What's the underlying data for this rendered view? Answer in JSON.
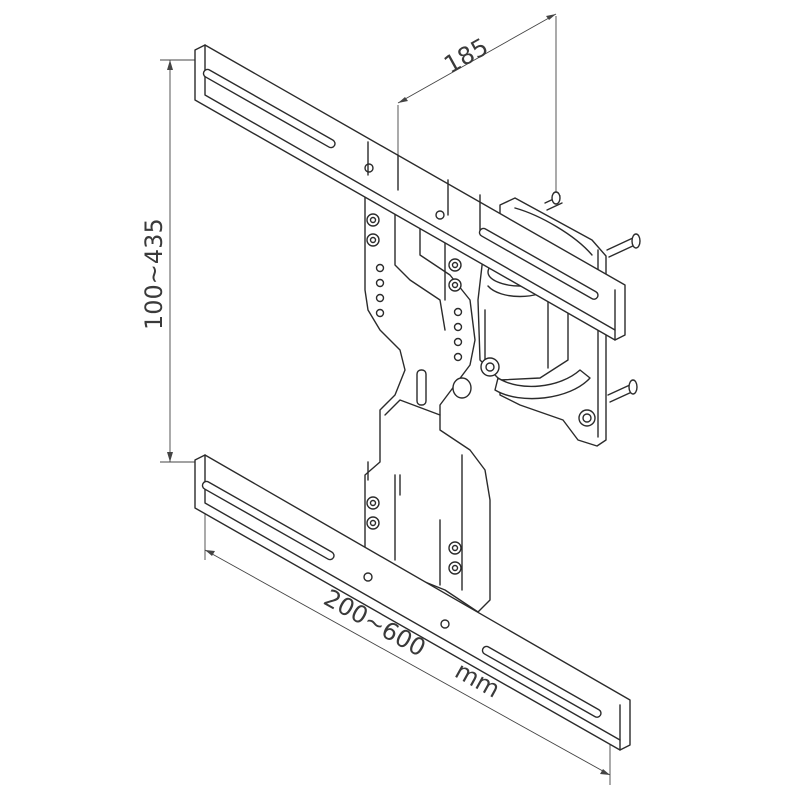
{
  "dimensions": {
    "depth": "185",
    "vertical_range": "100~435",
    "horizontal_range": "200~600",
    "horizontal_unit": "mm"
  }
}
